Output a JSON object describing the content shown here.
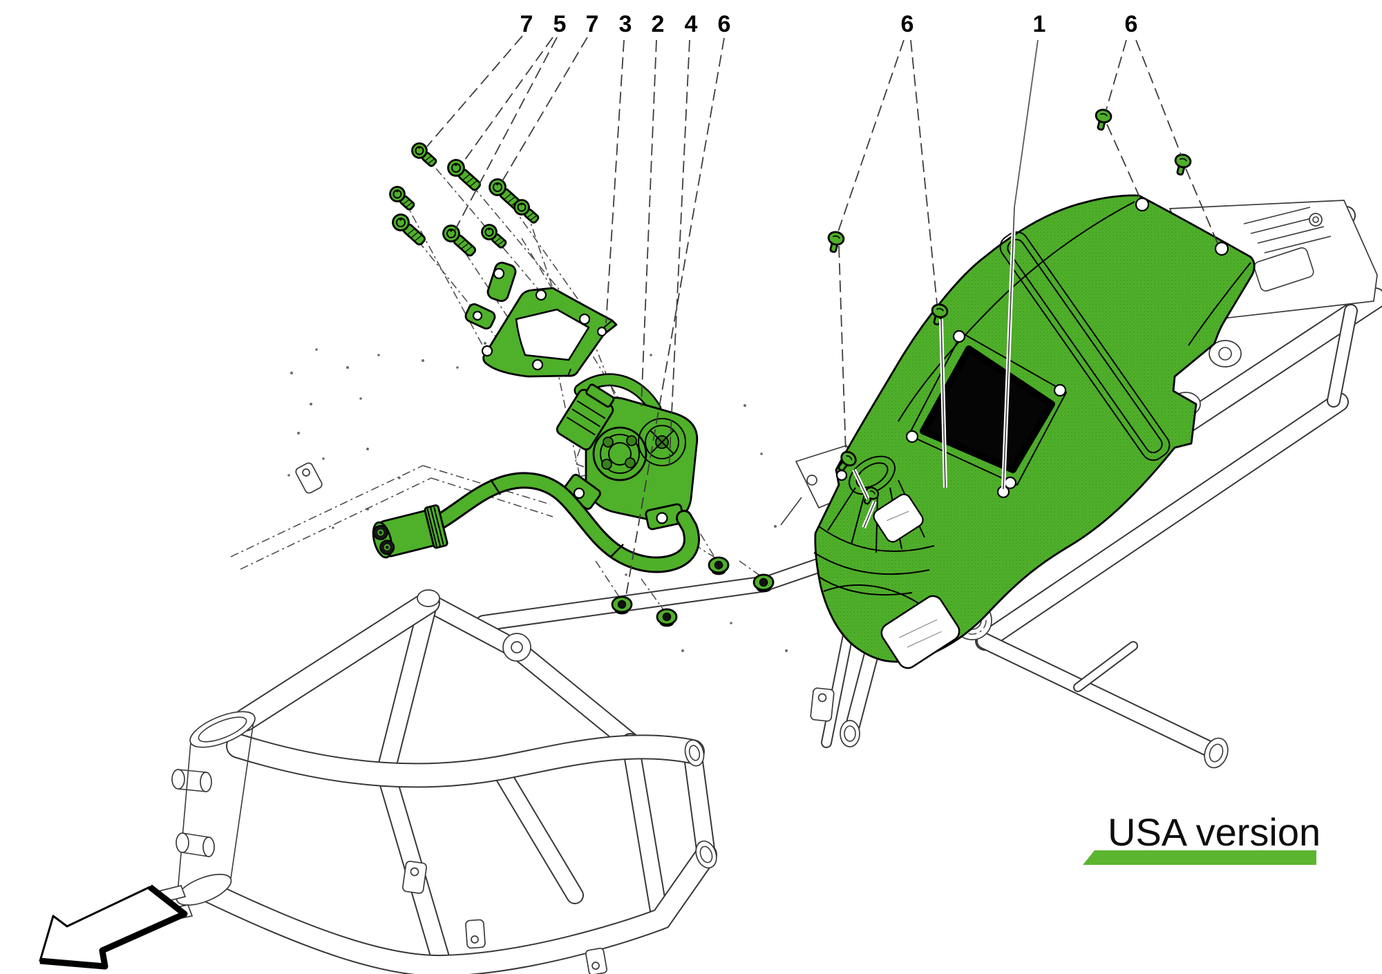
{
  "diagram": {
    "type": "exploded-parts-diagram",
    "callouts": [
      {
        "n": "7"
      },
      {
        "n": "5"
      },
      {
        "n": "7"
      },
      {
        "n": "3"
      },
      {
        "n": "2"
      },
      {
        "n": "4"
      },
      {
        "n": "6"
      },
      {
        "n": "6"
      },
      {
        "n": "1"
      },
      {
        "n": "6"
      }
    ],
    "footnote": {
      "label": "USA version"
    },
    "colors": {
      "part_highlight": "#4FB02A",
      "underline_bar": "#5CB52F",
      "outline": "#000000",
      "wireframe": "#3A3A3A",
      "window": "#050505",
      "background": "#FFFFFF"
    }
  }
}
